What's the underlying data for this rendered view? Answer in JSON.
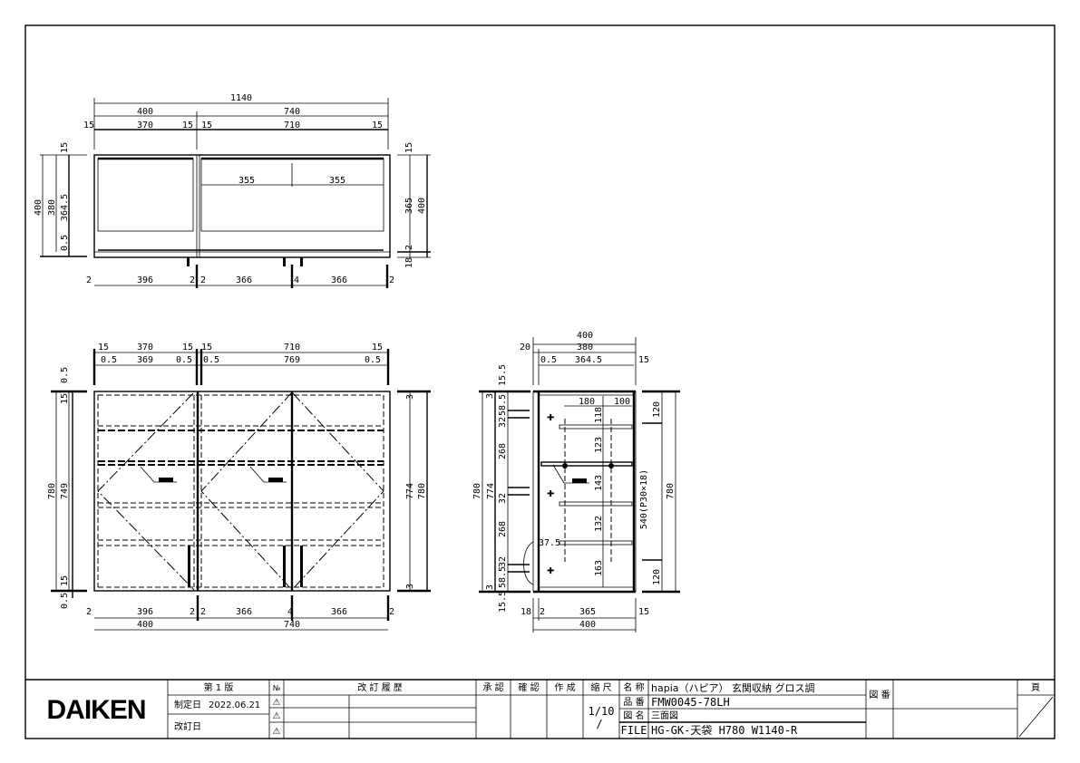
{
  "plan_view": {
    "dims": [
      "1140",
      "400",
      "740",
      "15",
      "370",
      "15",
      "15",
      "710",
      "15",
      "355",
      "355",
      "2",
      "396",
      "2",
      "2",
      "366",
      "4",
      "366",
      "2",
      "400",
      "380",
      "364.5",
      "15",
      "0.5",
      "15",
      "365",
      "400",
      "2",
      "18"
    ]
  },
  "front_view": {
    "dims": [
      "15",
      "370",
      "15",
      "15",
      "710",
      "15",
      "0.5",
      "369",
      "0.5",
      "0.5",
      "769",
      "0.5",
      "2",
      "396",
      "2",
      "2",
      "366",
      "4",
      "366",
      "2",
      "400",
      "740",
      "780",
      "749",
      "15",
      "0.5",
      "15",
      "0.5",
      "3",
      "774",
      "780",
      "3"
    ]
  },
  "side_view": {
    "dims": [
      "400",
      "20",
      "380",
      "0.5",
      "364.5",
      "15",
      "180",
      "100",
      "18",
      "2",
      "365",
      "15",
      "400",
      "780",
      "774",
      "3",
      "3",
      "15.5",
      "58.5",
      "32",
      "268",
      "32",
      "268",
      "32",
      "58.5",
      "15.5",
      "118",
      "123",
      "143",
      "132",
      "163",
      "120",
      "540(P30×18)",
      "780",
      "120",
      "37.5"
    ]
  },
  "title_block": {
    "logo": "DAIKEN",
    "edition": "第 1 版",
    "established_label": "制定日",
    "established_date": "2022.06.21",
    "revised_label": "改訂日",
    "no_header": "№",
    "revision_history_header": "改 訂 履 歴",
    "approved_header": "承 認",
    "checked_header": "確 認",
    "created_header": "作 成",
    "scale_header": "縮 尺",
    "scale_value": "1/10",
    "scale_sub": "/",
    "name_label": "名 称",
    "name_value": "hapia（ハピア） 玄関収納 グロス調",
    "part_label": "品 番",
    "part_value": "FMW0045-78LH",
    "drawing_label": "図 名",
    "drawing_value": "三面図",
    "file_label": "FILE",
    "file_value": "HG-GK-天袋 H780 W1140-R",
    "drawing_no_label": "図 番",
    "page_label": "頁"
  }
}
